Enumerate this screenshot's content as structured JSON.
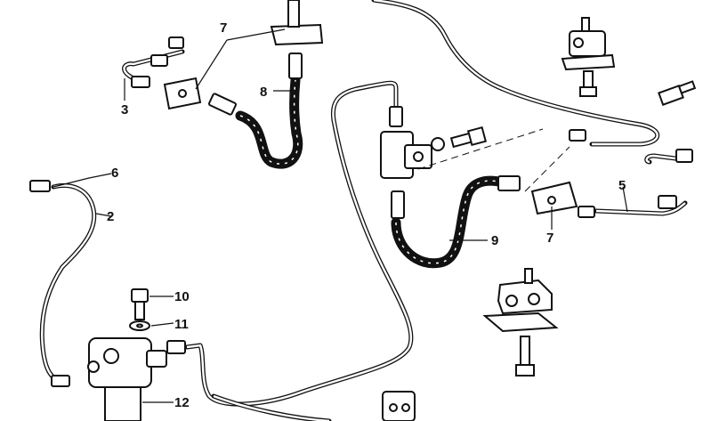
{
  "diagram": {
    "callouts": {
      "c2": "2",
      "c3": "3",
      "c5": "5",
      "c6": "6",
      "c7a": "7",
      "c7b": "7",
      "c8": "8",
      "c9": "9",
      "c10": "10",
      "c11": "11",
      "c12": "12"
    },
    "ink_color": "#111111",
    "paper_color": "#ffffff"
  }
}
